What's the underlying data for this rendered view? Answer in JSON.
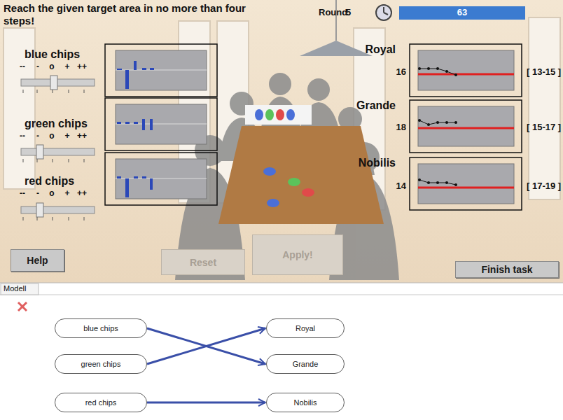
{
  "diagram": {
    "title": "Reach the given target area in no more than four steps!",
    "nodes": [
      {
        "text": [
          "Help"
        ]
      },
      {
        "text": [
          "Reset"
        ]
      },
      {
        "text": [
          "Apply!"
        ]
      },
      {
        "text": [
          "Finish task"
        ]
      },
      {
        "text": [
          "blue chips"
        ]
      },
      {
        "text": [
          "green chips"
        ]
      },
      {
        "text": [
          "red chips"
        ]
      },
      {
        "text": [
          "Royal"
        ]
      },
      {
        "text": [
          "Grande"
        ]
      },
      {
        "text": [
          "Nobilis"
        ]
      }
    ],
    "edges": [
      {
        "from": 4,
        "to": 8,
        "arrow": "to"
      },
      {
        "from": 5,
        "to": 7,
        "arrow": "to"
      },
      {
        "from": 6,
        "to": 9,
        "arrow": "to"
      }
    ],
    "labels": [
      "Round",
      "5",
      "63",
      "blue chips",
      "--",
      "-",
      "o",
      "+",
      "++",
      "green chips",
      "--",
      "-",
      "o",
      "+",
      "++",
      "red chips",
      "--",
      "-",
      "o",
      "+",
      "++",
      "Royal",
      "16",
      "[ 13-15 ]",
      "Grande",
      "18",
      "[ 15-17 ]",
      "Nobilis",
      "14",
      "[ 17-19 ]",
      "Modell"
    ]
  }
}
